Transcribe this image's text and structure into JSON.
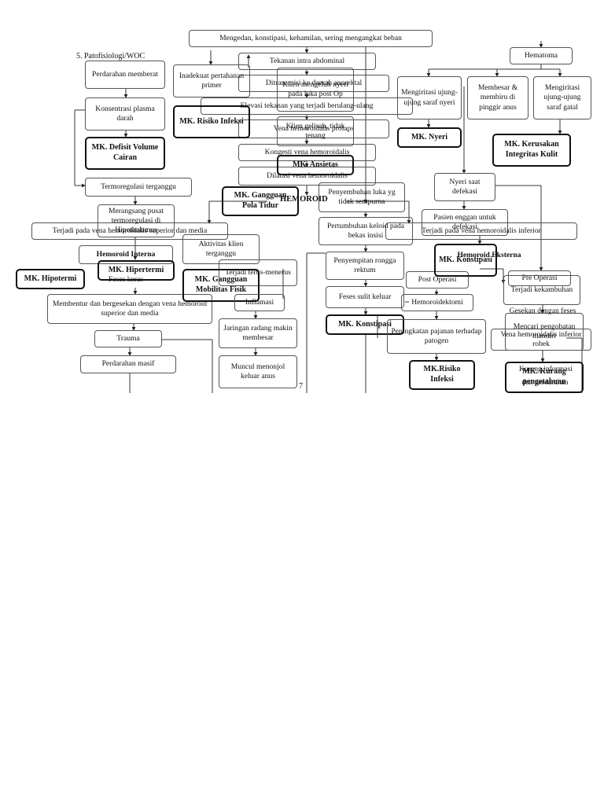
{
  "heading": "5. Patofisiologi/WOC",
  "page_number": "7",
  "center_title": "HEMOROID",
  "nodes": {
    "top": "Mengedan, konstipasi, kehamilan, sering mengangkat beban",
    "tekanan": "Tekanan intra abdominal",
    "ditransmisi": "Ditransmisi ke daerah anorektal",
    "elevasi": "Elevasi tekanan yang terjadi berulang-ulang",
    "prolaps": "Vena hemoroidalis prolaps",
    "kongesti": "Kongesti vena hemoroidalis",
    "dilatasi": "Dilatasi vena hemoroidalis",
    "klien_mengeluh": "Klien mengeluh nyeri pada luka post Op",
    "klien_gelisah": "Klien gelisah, tidak tenang",
    "inadekuat": "Inadekuat pertahanan primer",
    "perdarahan_berat": "Perdarahan memberat",
    "konsentrasi": "Konsentrasi plasma darah",
    "termoregulasi": "Termoregulasi terganggu",
    "merangsang": "Merangsang pusat termoregulasi di Hipothalamus",
    "vena_superior": "Terjadi pada vena hemoroidalis superior dan media",
    "hemoroid_interna": "Hemoroid Interna",
    "feses_keras": "Feses keras",
    "membentur": "Membentur dan bergesekan dengan vena hemoroid superior dan media",
    "trauma": "Trauma",
    "perdarahan_masif": "Perdarahan masif",
    "aktivitas": "Aktivitas klien terganggu",
    "terjadi_terus": "Terjadi terus-menerus",
    "inflamasi": "Inflamasi",
    "jaringan": "Jaringan radang makin membesar",
    "muncul": "Muncul menonjol keluar anus",
    "penyembuhan": "Penyembuhan luka yg tidak sempurna",
    "pertumbuhan": "Pertumbuhan keloid pada bekas insisi",
    "penyempitan": "Penyempitan rongga rektum",
    "feses_sulit": "Feses sulit keluar",
    "post_operasi": "Post Operasi",
    "hemoroidektomi": "Hemoroidektomi",
    "peningkatan": "Peningkatan pajanan terhadap patogen",
    "hematoma": "Hematoma",
    "mengiritasi_nyeri": "Mengiritasi ujung-ujung saraf nyeri",
    "membesar": "Membesar & membiru di pinggir anus",
    "mengiritasi_gatal": "Mengiritasi ujung-ujung saraf gatal",
    "nyeri_defekasi": "Nyeri saat defekasi",
    "pasien_enggan": "Pasien enggan untuk defekasi",
    "vena_inferior": "Terjadi pada vena hemoroidalis inferior",
    "hemoroid_eksterna": "Hemoroid Eksterna",
    "pre_operasi": "Pre Operasi",
    "terjadi_kambuh": "Terjadi kekambuhan",
    "gesekan": "Gesekan dengan feses",
    "mencari": "Mencari pengobatan mandiri",
    "vena_robek": "Vena hemoroidalis inferior robek",
    "kurang_informasi": "Kurang informasi",
    "dan_perdarahan": "dan perdarahan"
  },
  "problems": {
    "risiko_infeksi_1": "MK. Risiko Infeksi",
    "defisit": "MK. Defisit Volume Cairan",
    "hipotermi": "MK. Hipotermi",
    "hipertermi": "MK. Hipertermi",
    "gangguan_pola": "MK. Gangguan Pola Tidur",
    "ansietas": "MK. Ansietas",
    "gangguan_mobilitas": "MK. Gangguan Mobilitas Fisik",
    "konstipasi_1": "MK. Konstipasi",
    "konstipasi_2": "MK. Konstipasi",
    "risiko_infeksi_2": "MK.Risiko Infeksi",
    "nyeri": "MK. Nyeri",
    "kerusakan": "MK. Kerusakan Integritas Kulit",
    "kurang_pengetahuan": "MK. Kurang pengetahuan"
  }
}
